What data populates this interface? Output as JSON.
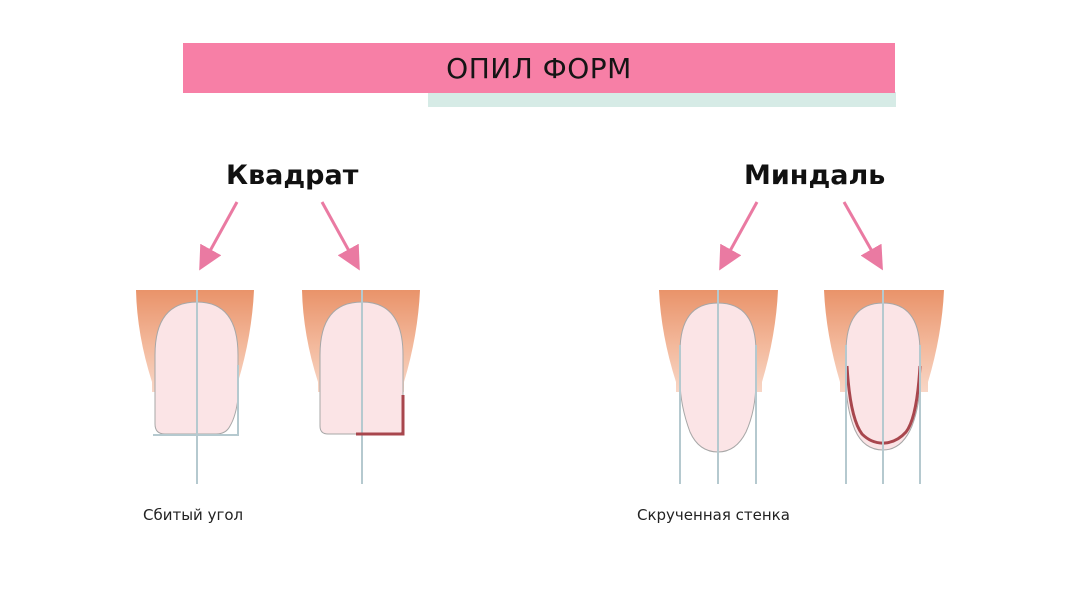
{
  "title": "ОПИЛ ФОРМ",
  "shapes": [
    {
      "heading": "Квадрат",
      "caption": "Сбитый угол"
    },
    {
      "heading": "Миндаль",
      "caption": "Скрученная стенка"
    }
  ],
  "colors": {
    "banner": "#f77fa6",
    "banner_shadow": "#d6ebe6",
    "arrow": "#ea7aa2",
    "nail_bed_top": "#e9936a",
    "nail_bed_bottom": "#f8d6c6",
    "nail_plate": "#fbe4e6",
    "guide_line": "#b5c9cf",
    "highlight": "#a8464d"
  }
}
